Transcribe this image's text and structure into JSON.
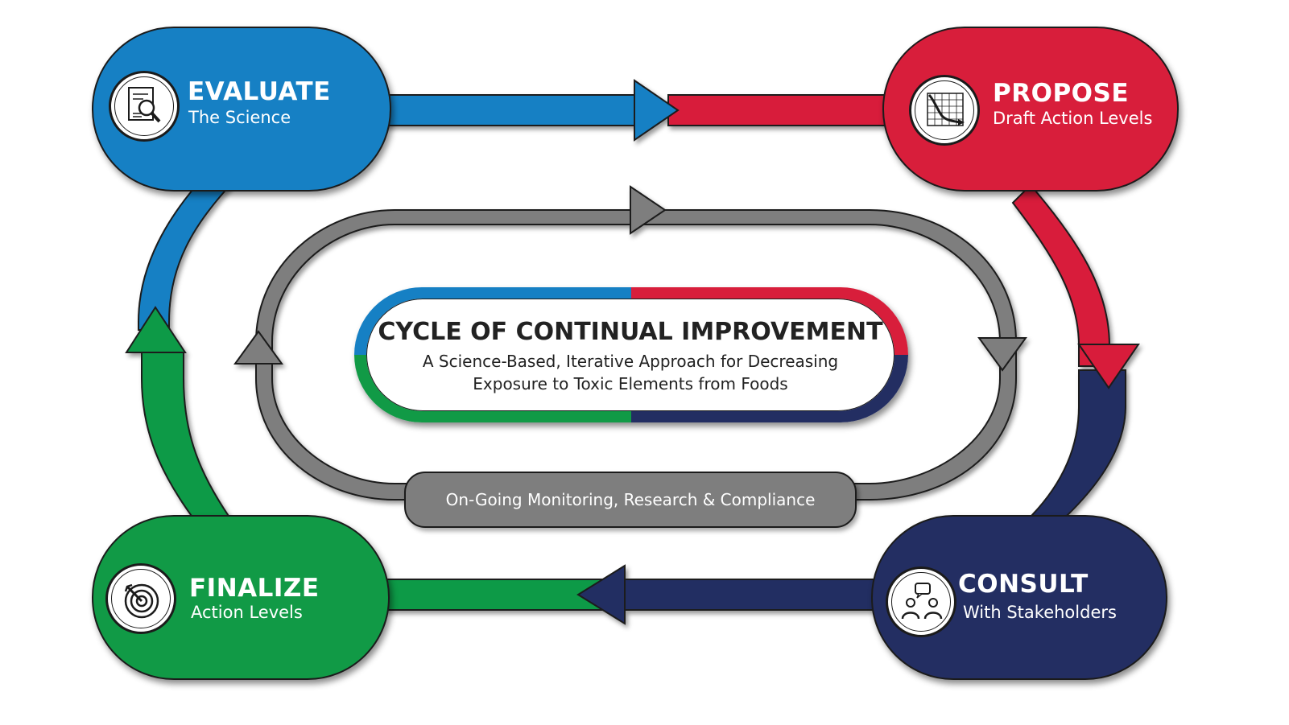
{
  "colors": {
    "evaluate": "#1680c4",
    "propose": "#d81e3b",
    "consult": "#232e62",
    "finalize": "#119a46",
    "loop": "#7e7e7e"
  },
  "stages": {
    "evaluate": {
      "title": "EVALUATE",
      "subtitle": "The Science",
      "icon": "document-magnifier-icon"
    },
    "propose": {
      "title": "PROPOSE",
      "subtitle": "Draft Action Levels",
      "icon": "declining-graph-icon"
    },
    "consult": {
      "title": "CONSULT",
      "subtitle": "With Stakeholders",
      "icon": "people-chat-icon"
    },
    "finalize": {
      "title": "FINALIZE",
      "subtitle": "Action Levels",
      "icon": "target-arrow-icon"
    }
  },
  "center": {
    "title": "CYCLE OF CONTINUAL IMPROVEMENT",
    "subtitle_line1": "A Science-Based, Iterative Approach for Decreasing",
    "subtitle_line2": "Exposure to Toxic Elements from Foods"
  },
  "loop": {
    "label": "On-Going Monitoring, Research & Compliance"
  }
}
